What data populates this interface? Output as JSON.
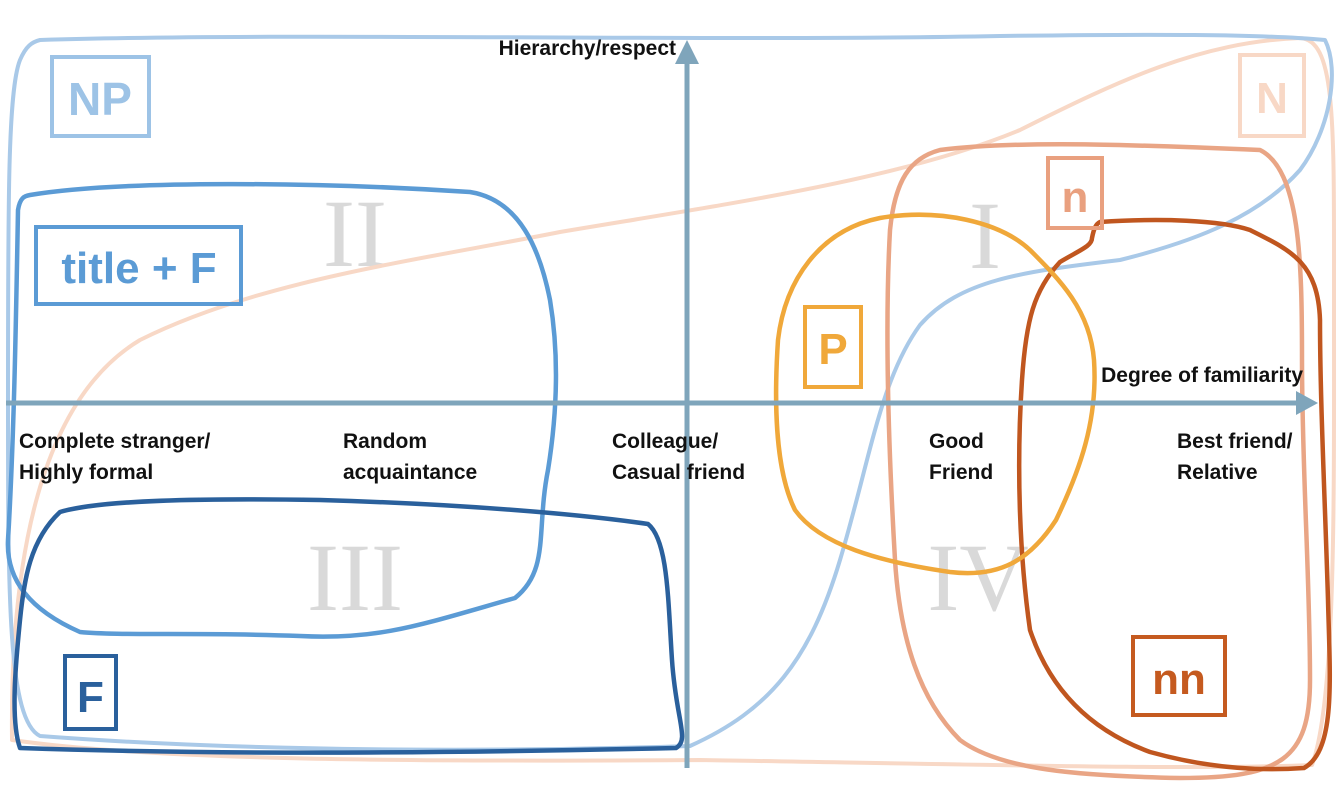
{
  "diagram": {
    "y_axis_label": "Hierarchy/respect",
    "x_axis_label": "Degree of familiarity",
    "quadrants": {
      "q1": "I",
      "q2": "II",
      "q3": "III",
      "q4": "IV"
    },
    "x_ticks": [
      {
        "line1": "Complete stranger/",
        "line2": "Highly formal"
      },
      {
        "line1": "Random",
        "line2": "acquaintance"
      },
      {
        "line1": "Colleague/",
        "line2": "Casual friend"
      },
      {
        "line1": "Good",
        "line2": "Friend"
      },
      {
        "line1": "Best friend/",
        "line2": "Relative"
      }
    ],
    "regions": [
      {
        "label": "NP",
        "color": "#9dc3e6"
      },
      {
        "label": "title + F",
        "color": "#5b9bd5"
      },
      {
        "label": "F",
        "color": "#2e75b6"
      },
      {
        "label": "P",
        "color": "#f0a83a"
      },
      {
        "label": "N",
        "color": "#f8d8c6"
      },
      {
        "label": "n",
        "color": "#e9a07f"
      },
      {
        "label": "nn",
        "color": "#c55a1f"
      }
    ],
    "colors": {
      "axis": "#7fa5bb",
      "roman": "#d9d9d9"
    }
  }
}
